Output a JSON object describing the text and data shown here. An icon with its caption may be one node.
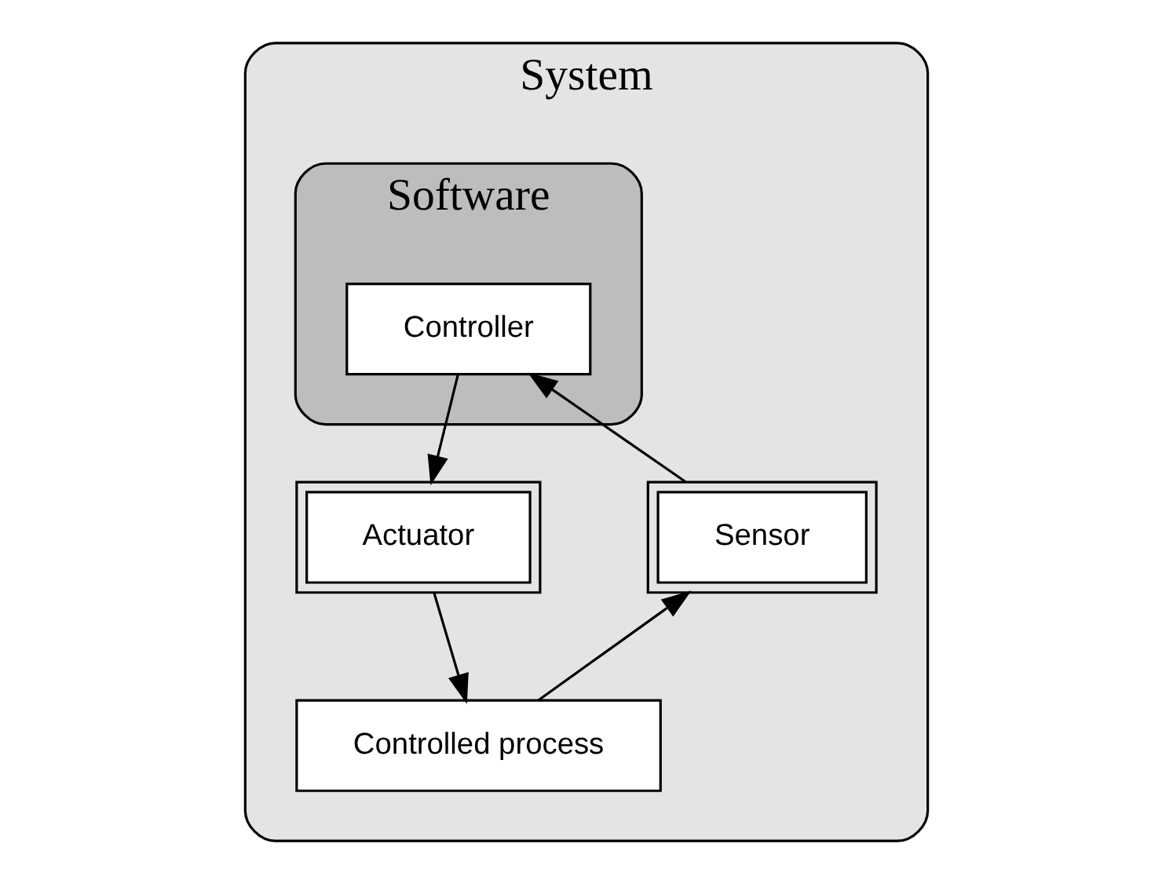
{
  "diagram": {
    "nodes": [
      {
        "text": [
          "System"
        ]
      },
      {
        "text": [
          "Software"
        ],
        "in": 0
      },
      {
        "text": [
          "Controller"
        ],
        "in": 1
      },
      {
        "text": [
          "Sensor"
        ],
        "in": 0
      },
      {
        "text": [
          "Actuator"
        ],
        "in": 0
      },
      {
        "text": [
          "Controlled process"
        ],
        "in": 0
      }
    ],
    "edges": [
      {
        "from": 3,
        "to": 2,
        "arrow": "to"
      },
      {
        "from": 2,
        "to": 4,
        "arrow": "to"
      },
      {
        "from": 4,
        "to": 5,
        "arrow": "to"
      },
      {
        "from": 5,
        "to": 3,
        "arrow": "to"
      }
    ]
  }
}
